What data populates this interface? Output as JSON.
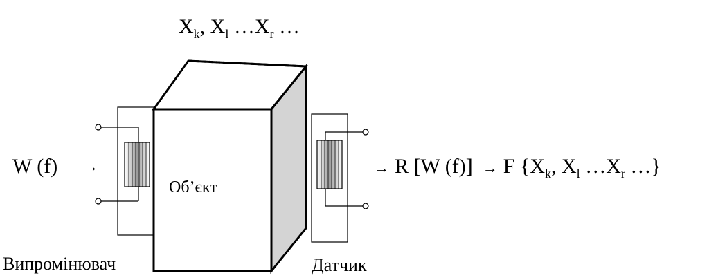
{
  "diagram": {
    "params_label": {
      "base1": "X",
      "sub1": "k",
      "sep1": ", ",
      "base2": "X",
      "sub2": "l",
      "mid": " …",
      "base3": "X",
      "sub3": "r",
      "tail": " …"
    },
    "input_signal": "W (f)",
    "input_arrow": "→",
    "object_label": "Об’єкт",
    "emitter_label": "Випромінювач",
    "sensor_label": "Датчик",
    "response": {
      "arrow1": "→",
      "text": "R [W (f)]",
      "arrow2": "→",
      "func_prefix": "F {",
      "base1": "X",
      "sub1": "k",
      "sep1": ", ",
      "base2": "X",
      "sub2": "l",
      "mid": " …",
      "base3": "X",
      "sub3": "r",
      "tail": " …}"
    }
  }
}
